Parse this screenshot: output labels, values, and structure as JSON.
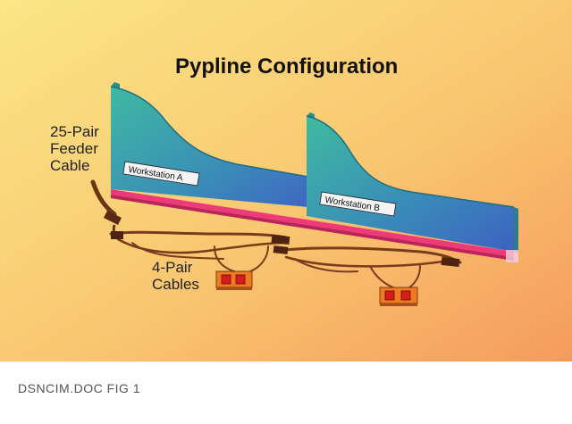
{
  "diagram": {
    "title": "Pypline Configuration",
    "feeder_label": [
      "25-Pair",
      "Feeder",
      "Cable"
    ],
    "cables_label": [
      "4-Pair",
      "Cables"
    ],
    "workstation_a": "Workstation A",
    "workstation_b": "Workstation B"
  },
  "colors": {
    "background_top": "#fce27a",
    "background_bottom": "#f6a862",
    "panel_teal": "#3bb3a4",
    "panel_blue": "#3f6fc0",
    "rail_pink": "#ee3a78",
    "cable_brown": "#7a3b1c",
    "outlet_orange": "#f07a20",
    "outlet_red": "#d81b1b"
  },
  "caption": "DSNCIM.DOC FIG 1"
}
